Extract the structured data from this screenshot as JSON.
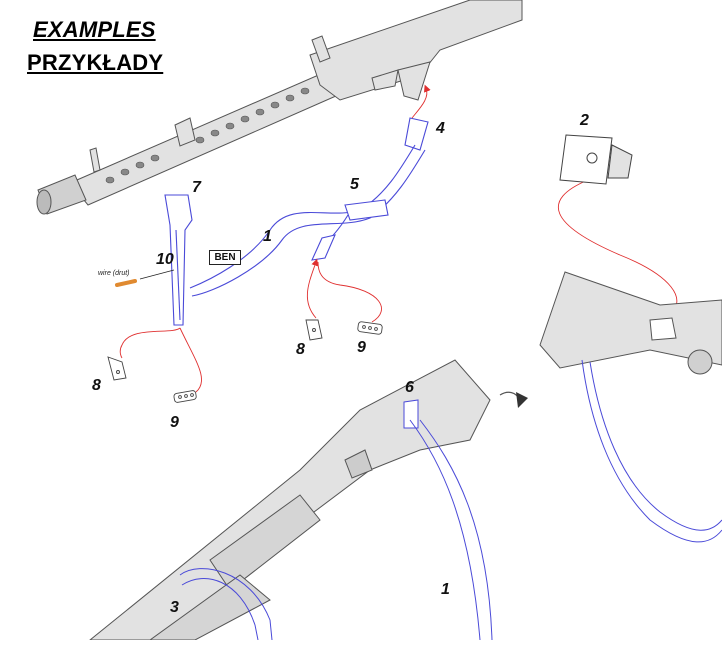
{
  "headings": {
    "line1": "EXAMPLES",
    "line2": "PRZYKŁADY"
  },
  "tag": "BEN",
  "wire_label": "wire (drut)",
  "numbers": {
    "n1a": "1",
    "n1b": "1",
    "n2": "2",
    "n3": "3",
    "n4": "4",
    "n5": "5",
    "n6": "6",
    "n7": "7",
    "n8a": "8",
    "n8b": "8",
    "n9a": "9",
    "n9b": "9",
    "n10": "10"
  },
  "colors": {
    "strap": "#4a4ad8",
    "guide": "#e03030",
    "gun_fill": "#e2e2e2",
    "gun_stroke": "#555555",
    "wire": "#e08a30"
  }
}
